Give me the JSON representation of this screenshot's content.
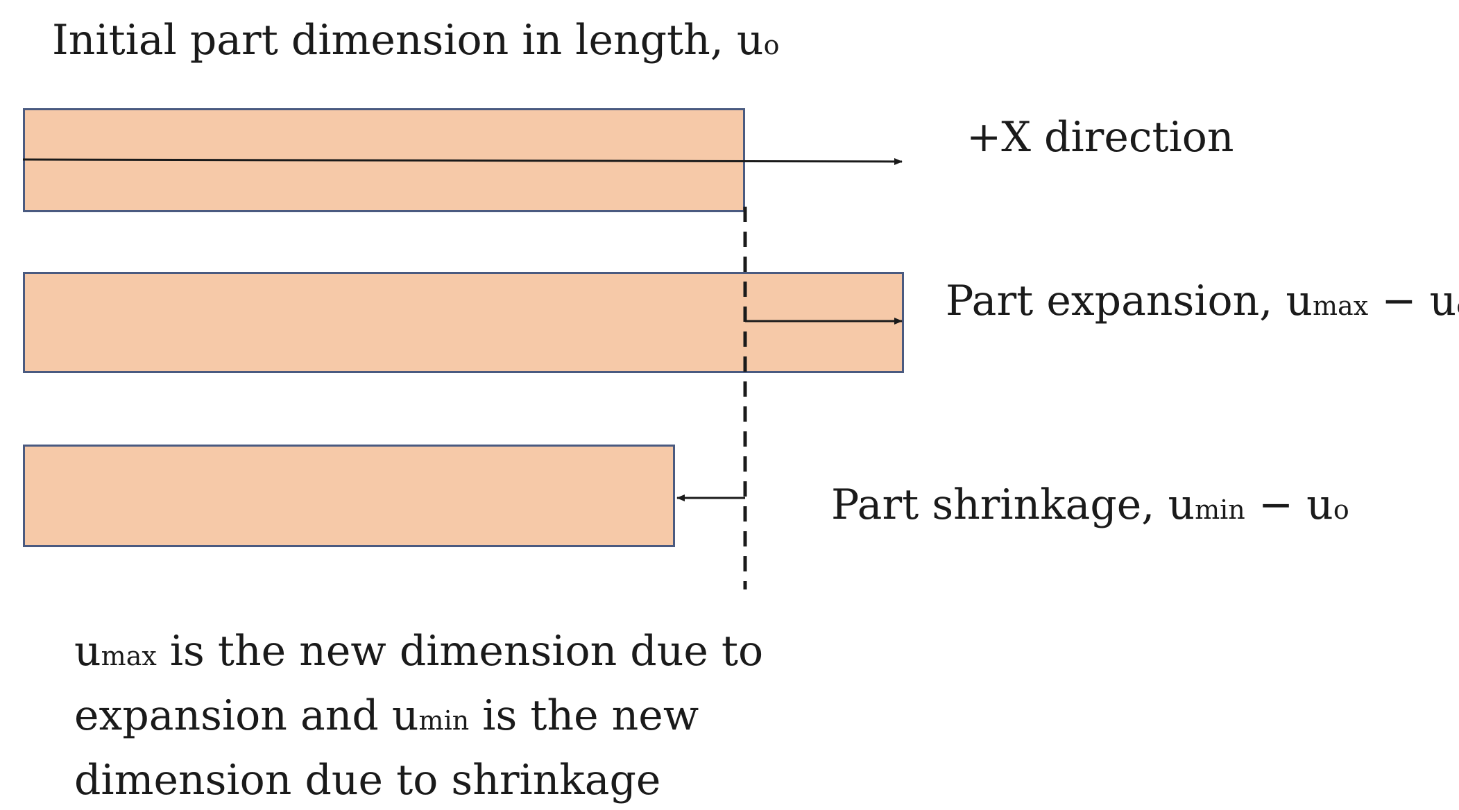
{
  "title": {
    "text": "Initial part dimension in length, u",
    "sub": "o"
  },
  "direction_label": "+X direction",
  "expansion_label": {
    "text": "Part expansion, u",
    "sub1": "max",
    "minus": " − u",
    "sub2": "o"
  },
  "shrinkage_label": {
    "text": "Part shrinkage, u",
    "sub1": "min",
    "minus": " − u",
    "sub2": "o"
  },
  "note": {
    "line1_u": "u",
    "line1_sub": "max",
    "line1_rest": " is the new dimension due to",
    "line2_a": "expansion and u",
    "line2_sub": "min",
    "line2_b": " is the new",
    "line3": "dimension due to shrinkage"
  },
  "colors": {
    "bar_fill": "#f6c9a8",
    "bar_border": "#4a5a80",
    "line": "#1a1a1a"
  }
}
